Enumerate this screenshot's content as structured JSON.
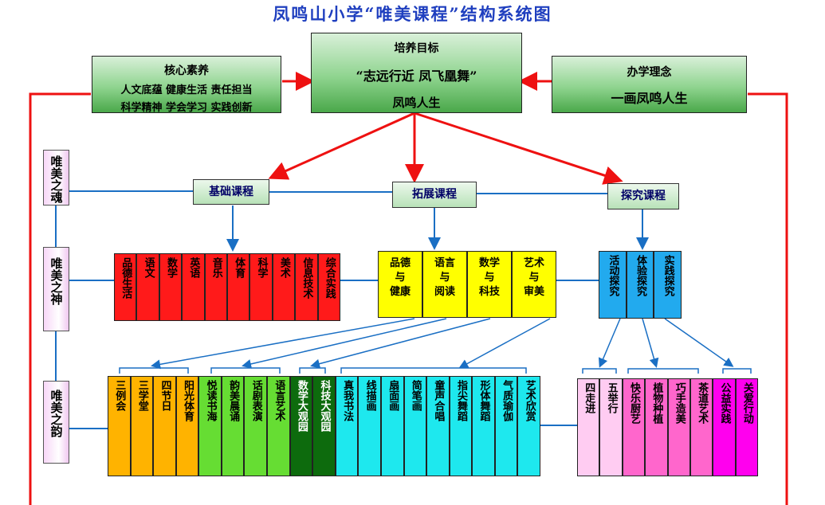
{
  "title": "凤鸣山小学“唯美课程”结构系统图",
  "core": {
    "title": "核心素养",
    "line1": "人文底蕴  健康生活  责任担当",
    "line2": "科学精神  学会学习  实践创新"
  },
  "goal": {
    "title": "培养目标",
    "slogan": "“志远行近  凤飞凰舞”",
    "bottom": "凤鸣人生"
  },
  "philosophy": {
    "title": "办学理念",
    "slogan": "一画凤鸣人生"
  },
  "courses": {
    "basic": "基础课程",
    "expand": "拓展课程",
    "explore": "探究课程"
  },
  "side": {
    "soul": "唯美之魂",
    "spirit": "唯美之神",
    "charm": "唯美之韵"
  },
  "basic_subjects": [
    "品德生活",
    "语文",
    "数学",
    "英语",
    "音乐",
    "体育",
    "科学",
    "美术",
    "信息技术",
    "综合实践"
  ],
  "expand_groups": [
    {
      "a": "品德",
      "b": "与",
      "c": "健康"
    },
    {
      "a": "语言",
      "b": "与",
      "c": "阅读"
    },
    {
      "a": "数学",
      "b": "与",
      "c": "科技"
    },
    {
      "a": "艺术",
      "b": "与",
      "c": "审美"
    }
  ],
  "explore_groups": [
    "活动探究",
    "体验探究",
    "实践探究"
  ],
  "bottom_activities": [
    {
      "label": "三例会",
      "color": "#ffb300"
    },
    {
      "label": "三学堂",
      "color": "#ffb300"
    },
    {
      "label": "四节日",
      "color": "#ffb300"
    },
    {
      "label": "阳光体育",
      "color": "#ffb300"
    },
    {
      "label": "悦读书海",
      "color": "#66dd33"
    },
    {
      "label": "韵美晨诵",
      "color": "#66dd33"
    },
    {
      "label": "话剧表演",
      "color": "#66dd33"
    },
    {
      "label": "语言艺术",
      "color": "#66dd33"
    },
    {
      "label": "数学大观园",
      "color": "#0d6b0d",
      "text": "#ffffff"
    },
    {
      "label": "科技大观园",
      "color": "#0d6b0d",
      "text": "#ffffff"
    },
    {
      "label": "真我书法",
      "color": "#1ee8ee"
    },
    {
      "label": "线描画",
      "color": "#1ee8ee"
    },
    {
      "label": "扇面画",
      "color": "#1ee8ee"
    },
    {
      "label": "简笔画",
      "color": "#1ee8ee"
    },
    {
      "label": "童声合唱",
      "color": "#1ee8ee"
    },
    {
      "label": "指尖舞蹈",
      "color": "#1ee8ee"
    },
    {
      "label": "形体舞蹈",
      "color": "#1ee8ee"
    },
    {
      "label": "气质瑜伽",
      "color": "#1ee8ee"
    },
    {
      "label": "艺术欣赏",
      "color": "#1ee8ee"
    }
  ],
  "explore_activities": [
    {
      "label": "四走进",
      "color": "#ffccf2"
    },
    {
      "label": "五举行",
      "color": "#ffccf2"
    },
    {
      "label": "快乐厨艺",
      "color": "#ff66cc"
    },
    {
      "label": "植物种植",
      "color": "#ff66cc"
    },
    {
      "label": "巧手造美",
      "color": "#ff66cc"
    },
    {
      "label": "茶道艺术",
      "color": "#ff66cc"
    },
    {
      "label": "公益实践",
      "color": "#ff00ee"
    },
    {
      "label": "关爱行动",
      "color": "#ff00ee"
    }
  ],
  "colors": {
    "red_arrow": "#ee1111",
    "blue_line": "#1a6fc4",
    "title": "#1f3fbf",
    "basic_fill": "#ff1a1a",
    "expand_fill": "#ffff00",
    "explore_fill": "#22aaee"
  }
}
